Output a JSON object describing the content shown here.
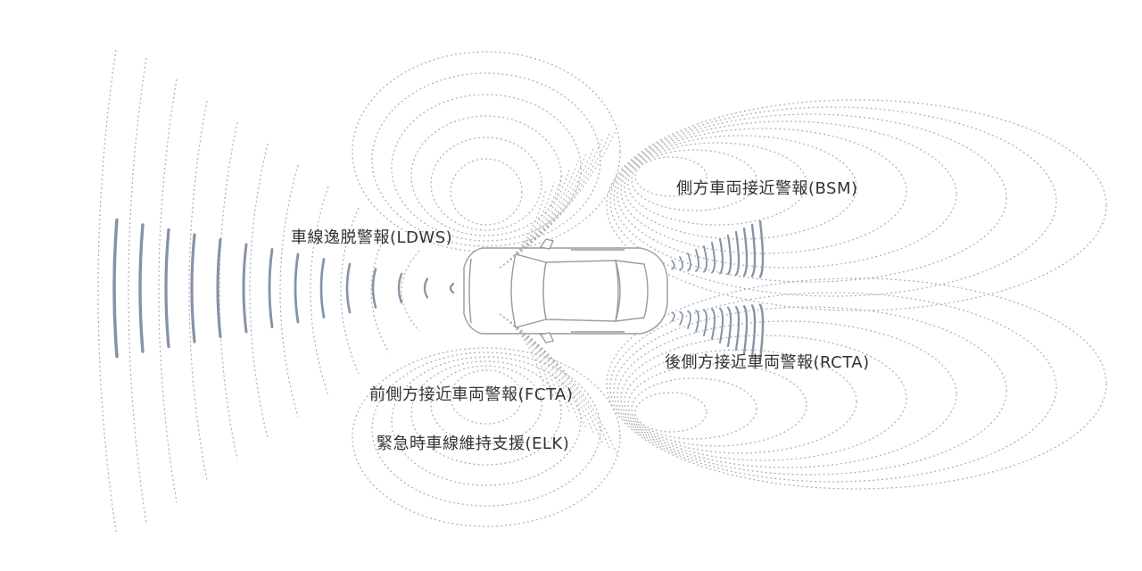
{
  "labels": {
    "ldws": "車線逸脱警報(LDWS)",
    "bsm": "側方車両接近警報(BSM)",
    "rcta": "後側方接近車両警報(RCTA)",
    "fcta": "前側方接近車両警報(FCTA)",
    "elk": "緊急時車線維持支援(ELK)"
  },
  "colors": {
    "wave": "#8593a8",
    "dotted": "#a9aeb5",
    "car_outline": "#9a9a9a",
    "label_text": "#333333"
  }
}
